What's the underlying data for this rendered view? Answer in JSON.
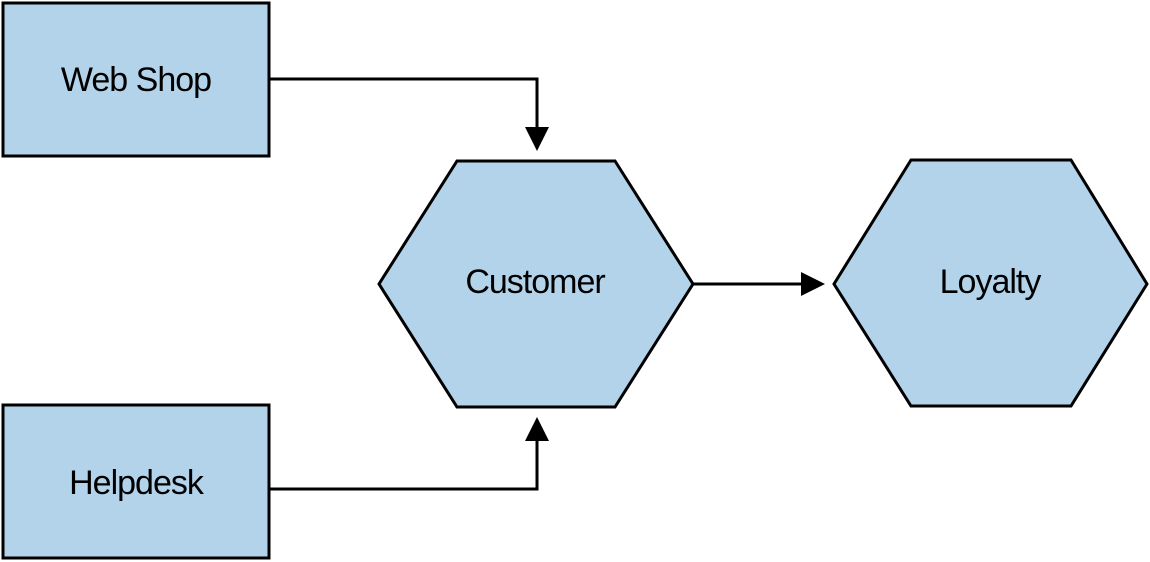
{
  "colors": {
    "node_fill": "#b3d3ea",
    "stroke": "#000000",
    "text": "#000000",
    "background": "#ffffff"
  },
  "diagram": {
    "nodes": [
      {
        "id": "web-shop",
        "shape": "rectangle",
        "label": "Web Shop"
      },
      {
        "id": "helpdesk",
        "shape": "rectangle",
        "label": "Helpdesk"
      },
      {
        "id": "customer",
        "shape": "hexagon",
        "label": "Customer"
      },
      {
        "id": "loyalty",
        "shape": "hexagon",
        "label": "Loyalty"
      }
    ],
    "edges": [
      {
        "from": "web-shop",
        "to": "customer"
      },
      {
        "from": "helpdesk",
        "to": "customer"
      },
      {
        "from": "customer",
        "to": "loyalty"
      }
    ]
  }
}
